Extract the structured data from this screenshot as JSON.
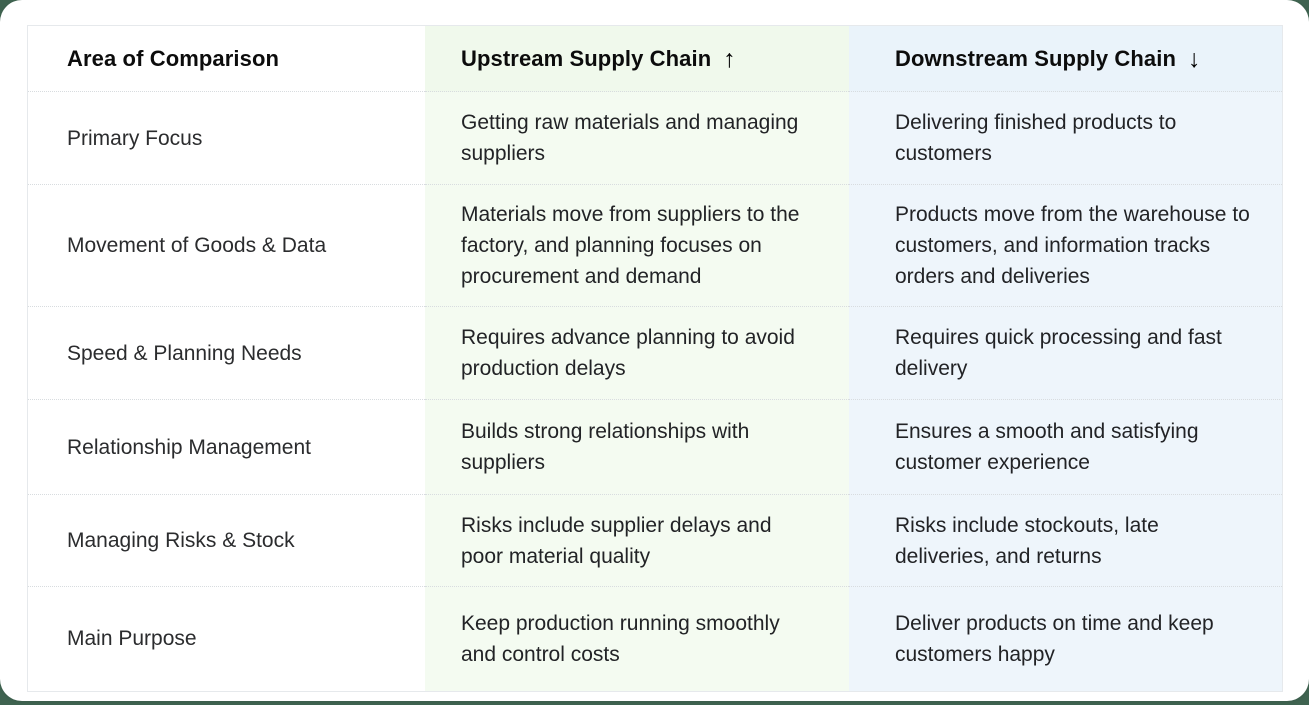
{
  "page": {
    "background_color": "#3f6350",
    "card_color": "#ffffff"
  },
  "table": {
    "columns": [
      {
        "label": "Area of Comparison",
        "header_bg": "#ffffff",
        "body_bg": "#ffffff"
      },
      {
        "label": "Upstream Supply Chain",
        "arrow_icon": "arrow-up-icon",
        "arrow_glyph": "↑",
        "header_bg": "#f0f9ec",
        "body_bg": "#f4fbf1"
      },
      {
        "label": "Downstream Supply Chain",
        "arrow_icon": "arrow-down-icon",
        "arrow_glyph": "↓",
        "header_bg": "#eaf3fa",
        "body_bg": "#eef5fb"
      }
    ],
    "rows": [
      {
        "area": "Primary Focus",
        "upstream": "Getting raw materials and managing suppliers",
        "downstream": "Delivering finished products to customers"
      },
      {
        "area": "Movement of Goods & Data",
        "upstream": "Materials move from suppliers to the factory, and planning focuses on procurement and demand",
        "downstream": "Products move from the warehouse to customers, and information tracks orders and deliveries"
      },
      {
        "area": "Speed & Planning Needs",
        "upstream": "Requires advance planning to avoid production delays",
        "downstream": "Requires quick processing and fast delivery"
      },
      {
        "area": "Relationship Management",
        "upstream": "Builds strong relationships with suppliers",
        "downstream": "Ensures a smooth and satisfying customer experience"
      },
      {
        "area": "Managing Risks & Stock",
        "upstream": "Risks include supplier delays and poor material quality",
        "downstream": "Risks include stockouts, late deliveries, and returns"
      },
      {
        "area": "Main Purpose",
        "upstream": "Keep production running smoothly and control costs",
        "downstream": "Deliver products on time and keep customers happy"
      }
    ]
  }
}
